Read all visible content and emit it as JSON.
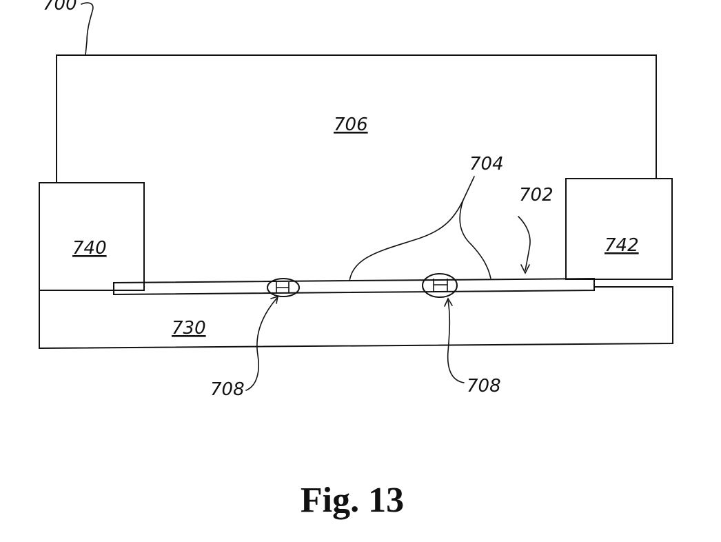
{
  "figure": {
    "caption": "Fig. 13",
    "labels": {
      "device": "700",
      "upper_body": "706",
      "left_block": "740",
      "right_block": "742",
      "substrate": "730",
      "layer": "702",
      "feature": "704",
      "joint_left": "708",
      "joint_right": "708"
    }
  }
}
